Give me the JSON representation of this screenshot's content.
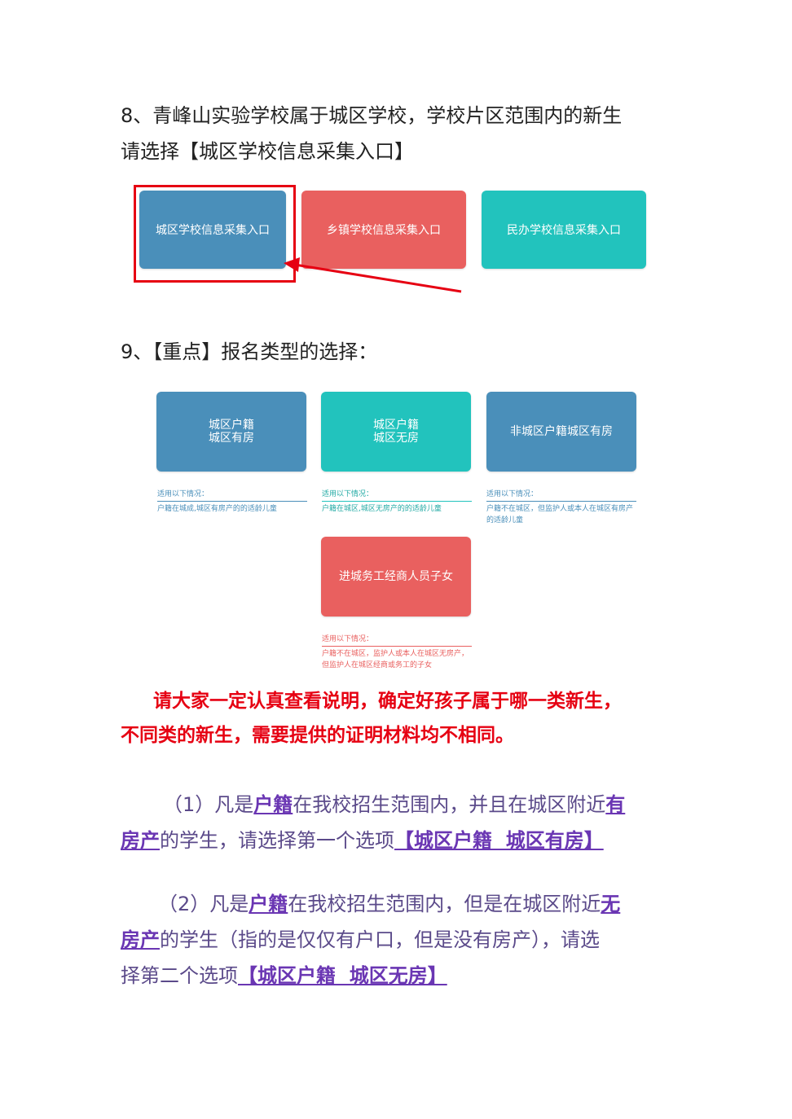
{
  "section8": {
    "line1": "8、青峰山实验学校属于城区学校，学校片区范围内的新生",
    "line2": "请选择【城区学校信息采集入口】",
    "buttons": [
      "城区学校信息采集入口",
      "乡镇学校信息采集入口",
      "民办学校信息采集入口"
    ]
  },
  "section9": {
    "heading": "9、【重点】报名类型的选择：",
    "options": [
      {
        "line1": "城区户籍",
        "line2": "城区有房",
        "note_title": "适用以下情况：",
        "note_desc": "户籍在城成,城区有房产的的适龄儿童"
      },
      {
        "line1": "城区户籍",
        "line2": "城区无房",
        "note_title": "适用以下情况：",
        "note_desc": "户籍在城区,城区无房产的的适龄儿童"
      },
      {
        "line1": "非城区户籍城区有房",
        "line2": "",
        "note_title": "适用以下情况：",
        "note_desc": "户籍不在城区，但监护人或本人在城区有房产的适龄儿童"
      },
      {
        "line1": "进城务工经商人员子女",
        "line2": "",
        "note_title": "适用以下情况：",
        "note_desc": "户籍不在城区，监护人或本人在城区无房产，但监护人在城区经商或务工的子女"
      }
    ]
  },
  "warning": {
    "line1": "请大家一定认真查看说明，确定好孩子属于哪一类新生，",
    "line2": "不同类的新生，需要提供的证明材料均不相同。"
  },
  "para1": {
    "a": "（1）凡是",
    "b": "户籍",
    "c": "在我校招生范围内，并且在城区附近",
    "d": "有",
    "e": "房产",
    "f": "的学生，请选择第一个选项",
    "g": "【城区户籍  城区有房】"
  },
  "para2": {
    "a": "（2）凡是",
    "b": "户籍",
    "c": "在我校招生范围内，但是在城区附近",
    "d": "无",
    "e": "房产",
    "f": "的学生（指的是仅仅有户口，但是没有房产），请选",
    "g": "择第二个选项",
    "h": "【城区户籍  城区无房】"
  },
  "colors": {
    "blue": "#4a8fba",
    "red": "#e9605f",
    "teal": "#22c3bd",
    "highlight_red": "#e60012",
    "purple": "#6a36b3"
  }
}
